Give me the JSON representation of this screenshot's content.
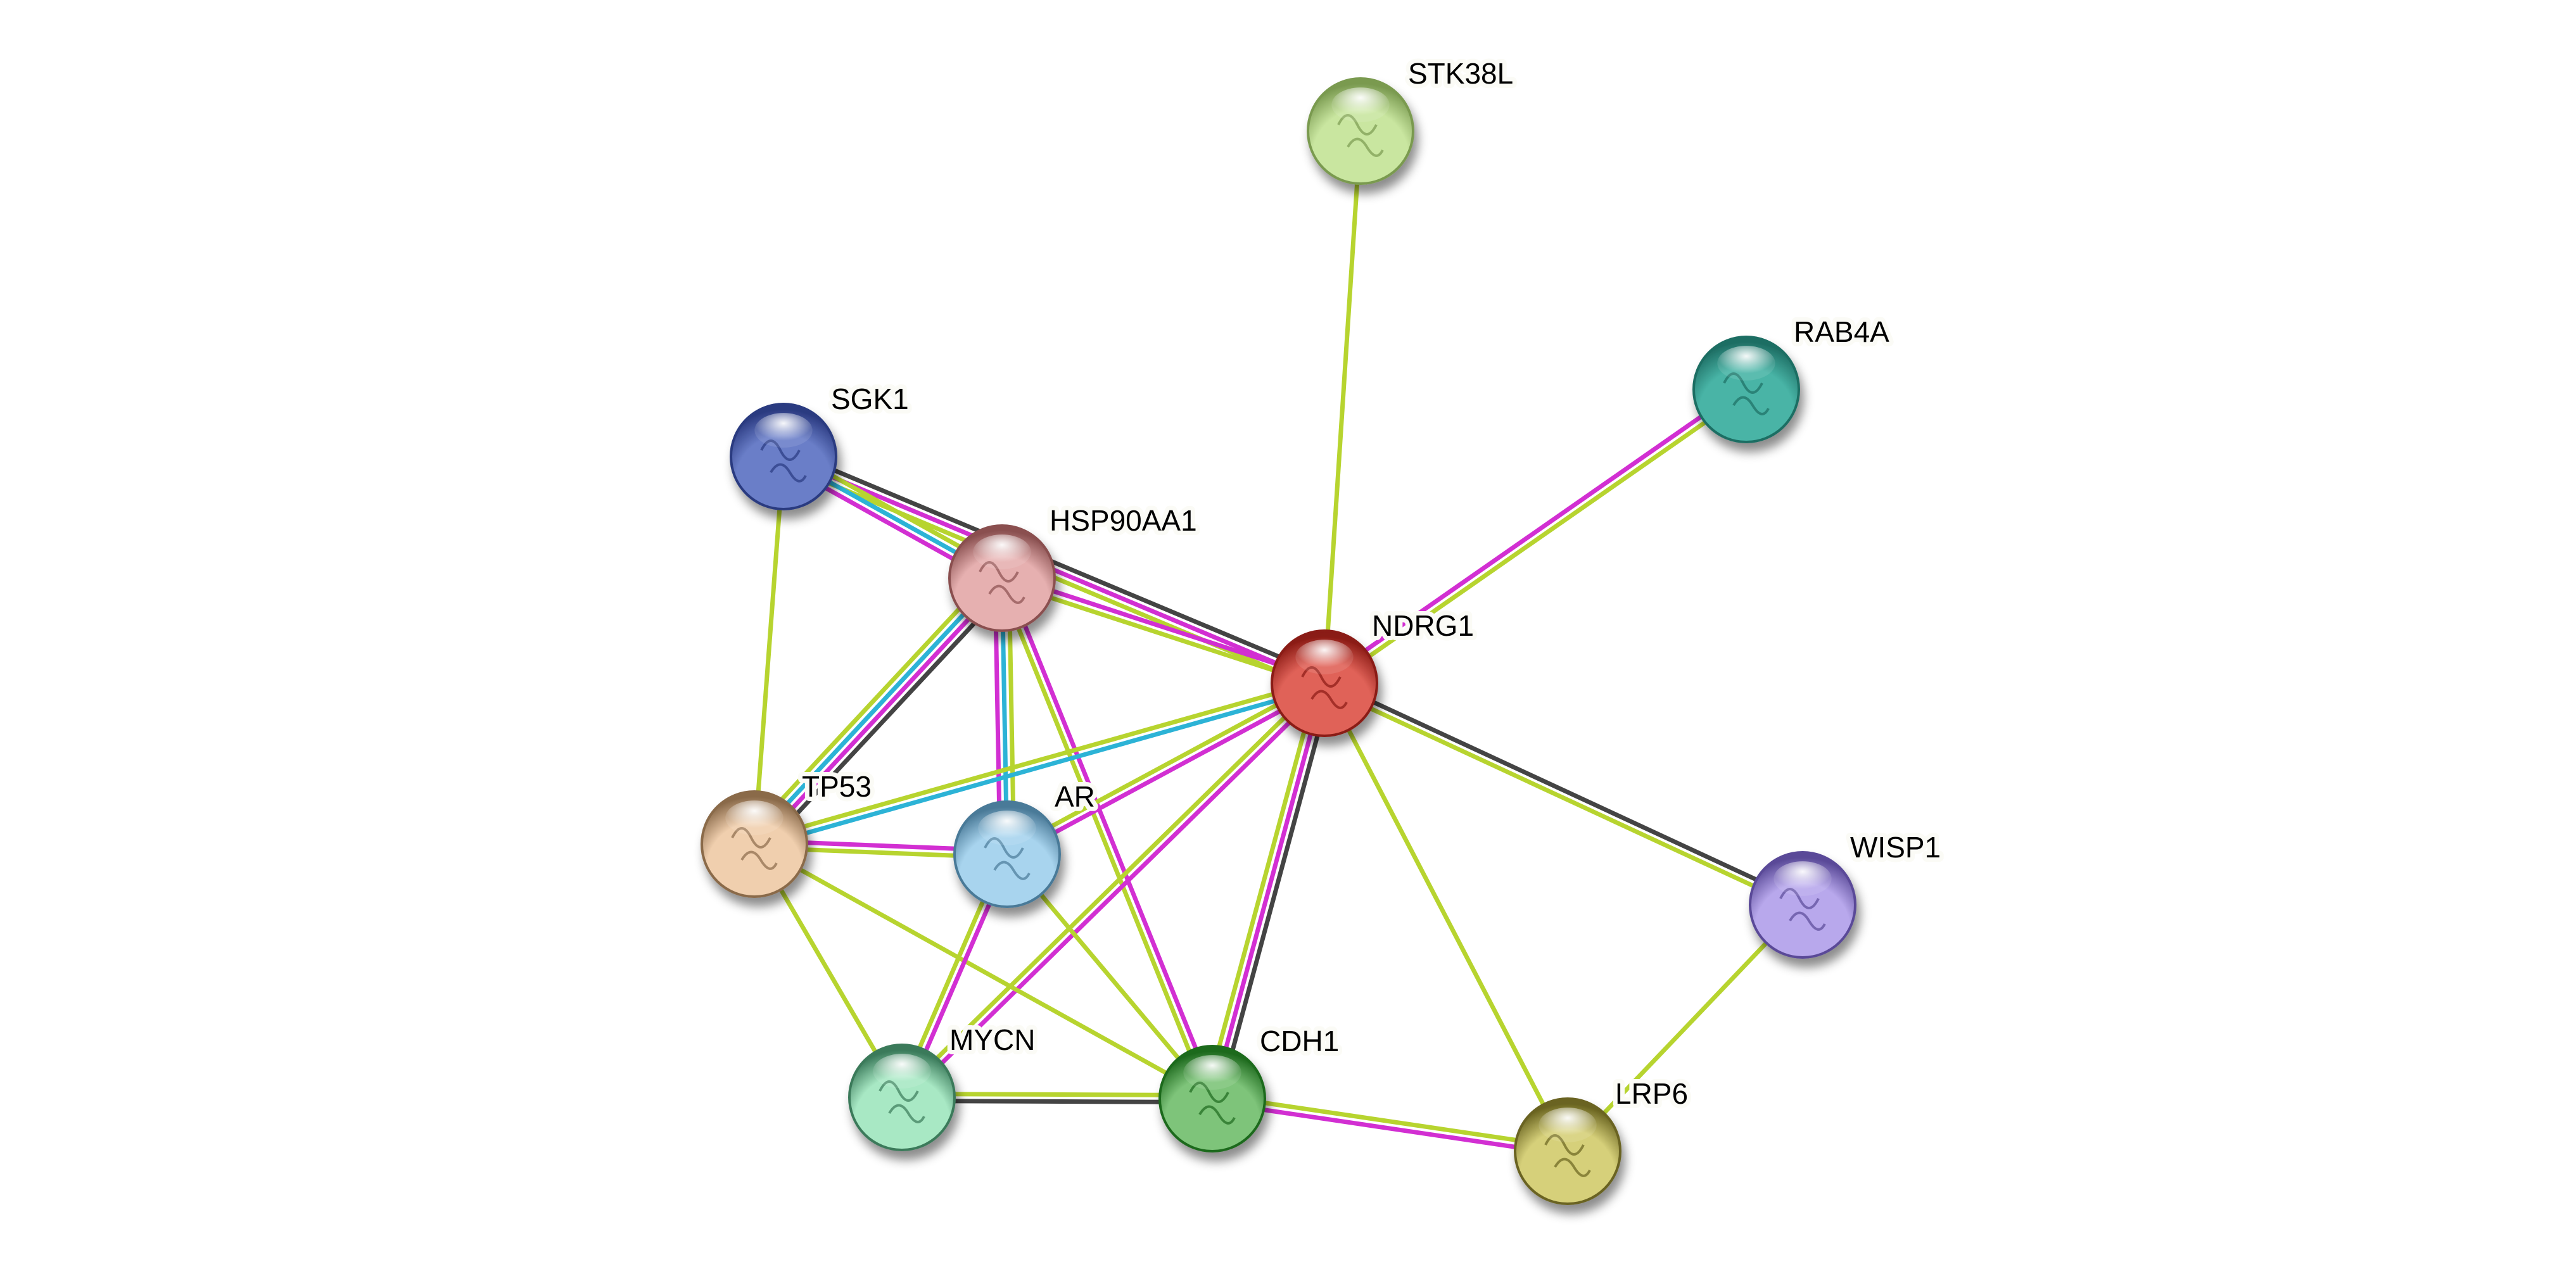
{
  "colors": {
    "textmining": "#b7d42f",
    "experiments": "#d22fd2",
    "coexpression": "#444444",
    "databases": "#2cb3d6"
  },
  "nodes": [
    {
      "id": "STK38L",
      "label": "STK38L",
      "color": "#c9e6a0",
      "dark": "#7a9a50"
    },
    {
      "id": "RAB4A",
      "label": "RAB4A",
      "color": "#48b4a6",
      "dark": "#1e6e64"
    },
    {
      "id": "SGK1",
      "label": "SGK1",
      "color": "#6a7ec8",
      "dark": "#2a3a80"
    },
    {
      "id": "HSP90AA1",
      "label": "HSP90AA1",
      "color": "#e6b0b0",
      "dark": "#8a5050"
    },
    {
      "id": "NDRG1",
      "label": "NDRG1",
      "color": "#e06258",
      "dark": "#8a1a14"
    },
    {
      "id": "TP53",
      "label": "TP53",
      "color": "#f0cfae",
      "dark": "#8a6a4a"
    },
    {
      "id": "AR",
      "label": "AR",
      "color": "#a8d4ee",
      "dark": "#4a7a98"
    },
    {
      "id": "WISP1",
      "label": "WISP1",
      "color": "#b8a8ec",
      "dark": "#5a4a98"
    },
    {
      "id": "MYCN",
      "label": "MYCN",
      "color": "#a8e8c4",
      "dark": "#3a7a5a"
    },
    {
      "id": "CDH1",
      "label": "CDH1",
      "color": "#7ec47a",
      "dark": "#1e6a1e"
    },
    {
      "id": "LRP6",
      "label": "LRP6",
      "color": "#d6d07a",
      "dark": "#6a6420"
    }
  ],
  "edges": [
    {
      "a": "STK38L",
      "b": "NDRG1",
      "types": [
        "textmining"
      ]
    },
    {
      "a": "RAB4A",
      "b": "NDRG1",
      "types": [
        "textmining",
        "experiments"
      ]
    },
    {
      "a": "SGK1",
      "b": "NDRG1",
      "types": [
        "coexpression",
        "experiments",
        "textmining"
      ]
    },
    {
      "a": "SGK1",
      "b": "HSP90AA1",
      "types": [
        "textmining",
        "databases",
        "experiments"
      ]
    },
    {
      "a": "SGK1",
      "b": "TP53",
      "types": [
        "textmining"
      ]
    },
    {
      "a": "HSP90AA1",
      "b": "NDRG1",
      "types": [
        "experiments",
        "textmining"
      ]
    },
    {
      "a": "HSP90AA1",
      "b": "TP53",
      "types": [
        "coexpression",
        "experiments",
        "databases",
        "textmining"
      ]
    },
    {
      "a": "HSP90AA1",
      "b": "AR",
      "types": [
        "textmining",
        "databases",
        "experiments"
      ]
    },
    {
      "a": "HSP90AA1",
      "b": "CDH1",
      "types": [
        "experiments",
        "textmining"
      ]
    },
    {
      "a": "NDRG1",
      "b": "TP53",
      "types": [
        "databases",
        "textmining"
      ]
    },
    {
      "a": "NDRG1",
      "b": "AR",
      "types": [
        "experiments",
        "textmining"
      ]
    },
    {
      "a": "NDRG1",
      "b": "MYCN",
      "types": [
        "experiments",
        "textmining"
      ]
    },
    {
      "a": "NDRG1",
      "b": "CDH1",
      "types": [
        "coexpression",
        "experiments",
        "textmining"
      ]
    },
    {
      "a": "NDRG1",
      "b": "LRP6",
      "types": [
        "textmining"
      ]
    },
    {
      "a": "NDRG1",
      "b": "WISP1",
      "types": [
        "coexpression",
        "textmining"
      ]
    },
    {
      "a": "TP53",
      "b": "AR",
      "types": [
        "experiments",
        "textmining"
      ]
    },
    {
      "a": "TP53",
      "b": "MYCN",
      "types": [
        "textmining"
      ]
    },
    {
      "a": "TP53",
      "b": "CDH1",
      "types": [
        "textmining"
      ]
    },
    {
      "a": "AR",
      "b": "MYCN",
      "types": [
        "experiments",
        "textmining"
      ]
    },
    {
      "a": "AR",
      "b": "CDH1",
      "types": [
        "textmining"
      ]
    },
    {
      "a": "MYCN",
      "b": "CDH1",
      "types": [
        "textmining",
        "coexpression"
      ]
    },
    {
      "a": "CDH1",
      "b": "LRP6",
      "types": [
        "textmining",
        "experiments"
      ]
    },
    {
      "a": "WISP1",
      "b": "LRP6",
      "types": [
        "textmining"
      ]
    }
  ]
}
